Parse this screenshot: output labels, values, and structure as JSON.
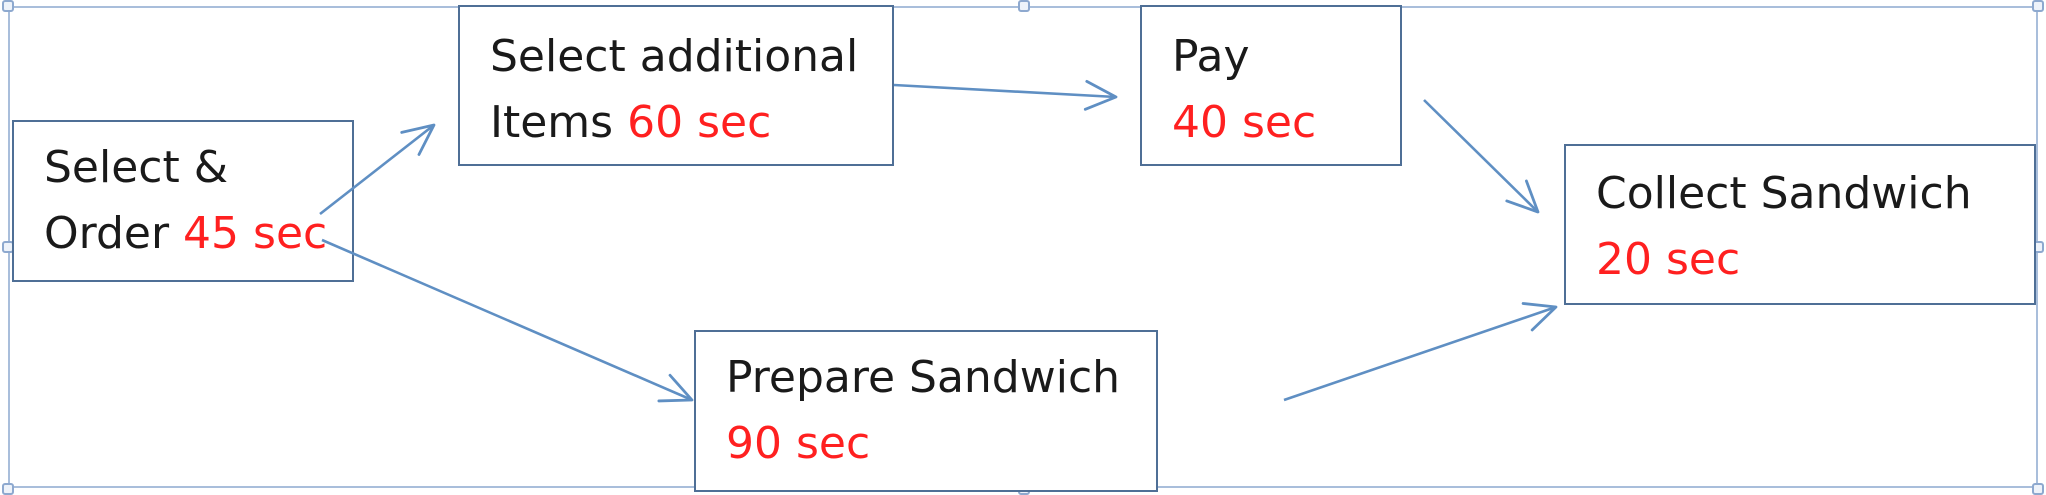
{
  "diagram": {
    "steps": {
      "select_order": {
        "line1": "Select &",
        "line2": "Order",
        "duration": "45 sec"
      },
      "select_additional": {
        "line1": "Select additional",
        "line2": "Items",
        "duration": "60 sec"
      },
      "pay": {
        "line1": "Pay",
        "duration": "40 sec"
      },
      "prepare_sandwich": {
        "line1": "Prepare Sandwich",
        "duration": "90 sec"
      },
      "collect_sandwich": {
        "line1": "Collect Sandwich",
        "duration": "20 sec"
      }
    },
    "connections": [
      {
        "from": "Select & Order",
        "to": "Select additional Items"
      },
      {
        "from": "Select additional Items",
        "to": "Pay"
      },
      {
        "from": "Pay",
        "to": "Collect Sandwich"
      },
      {
        "from": "Select & Order",
        "to": "Prepare Sandwich"
      },
      {
        "from": "Prepare Sandwich",
        "to": "Collect Sandwich"
      }
    ],
    "colors": {
      "text": "#1a1a1a",
      "duration": "#ff2020",
      "box_border": "#4f6f96",
      "arrow": "#5f8fc3"
    }
  }
}
